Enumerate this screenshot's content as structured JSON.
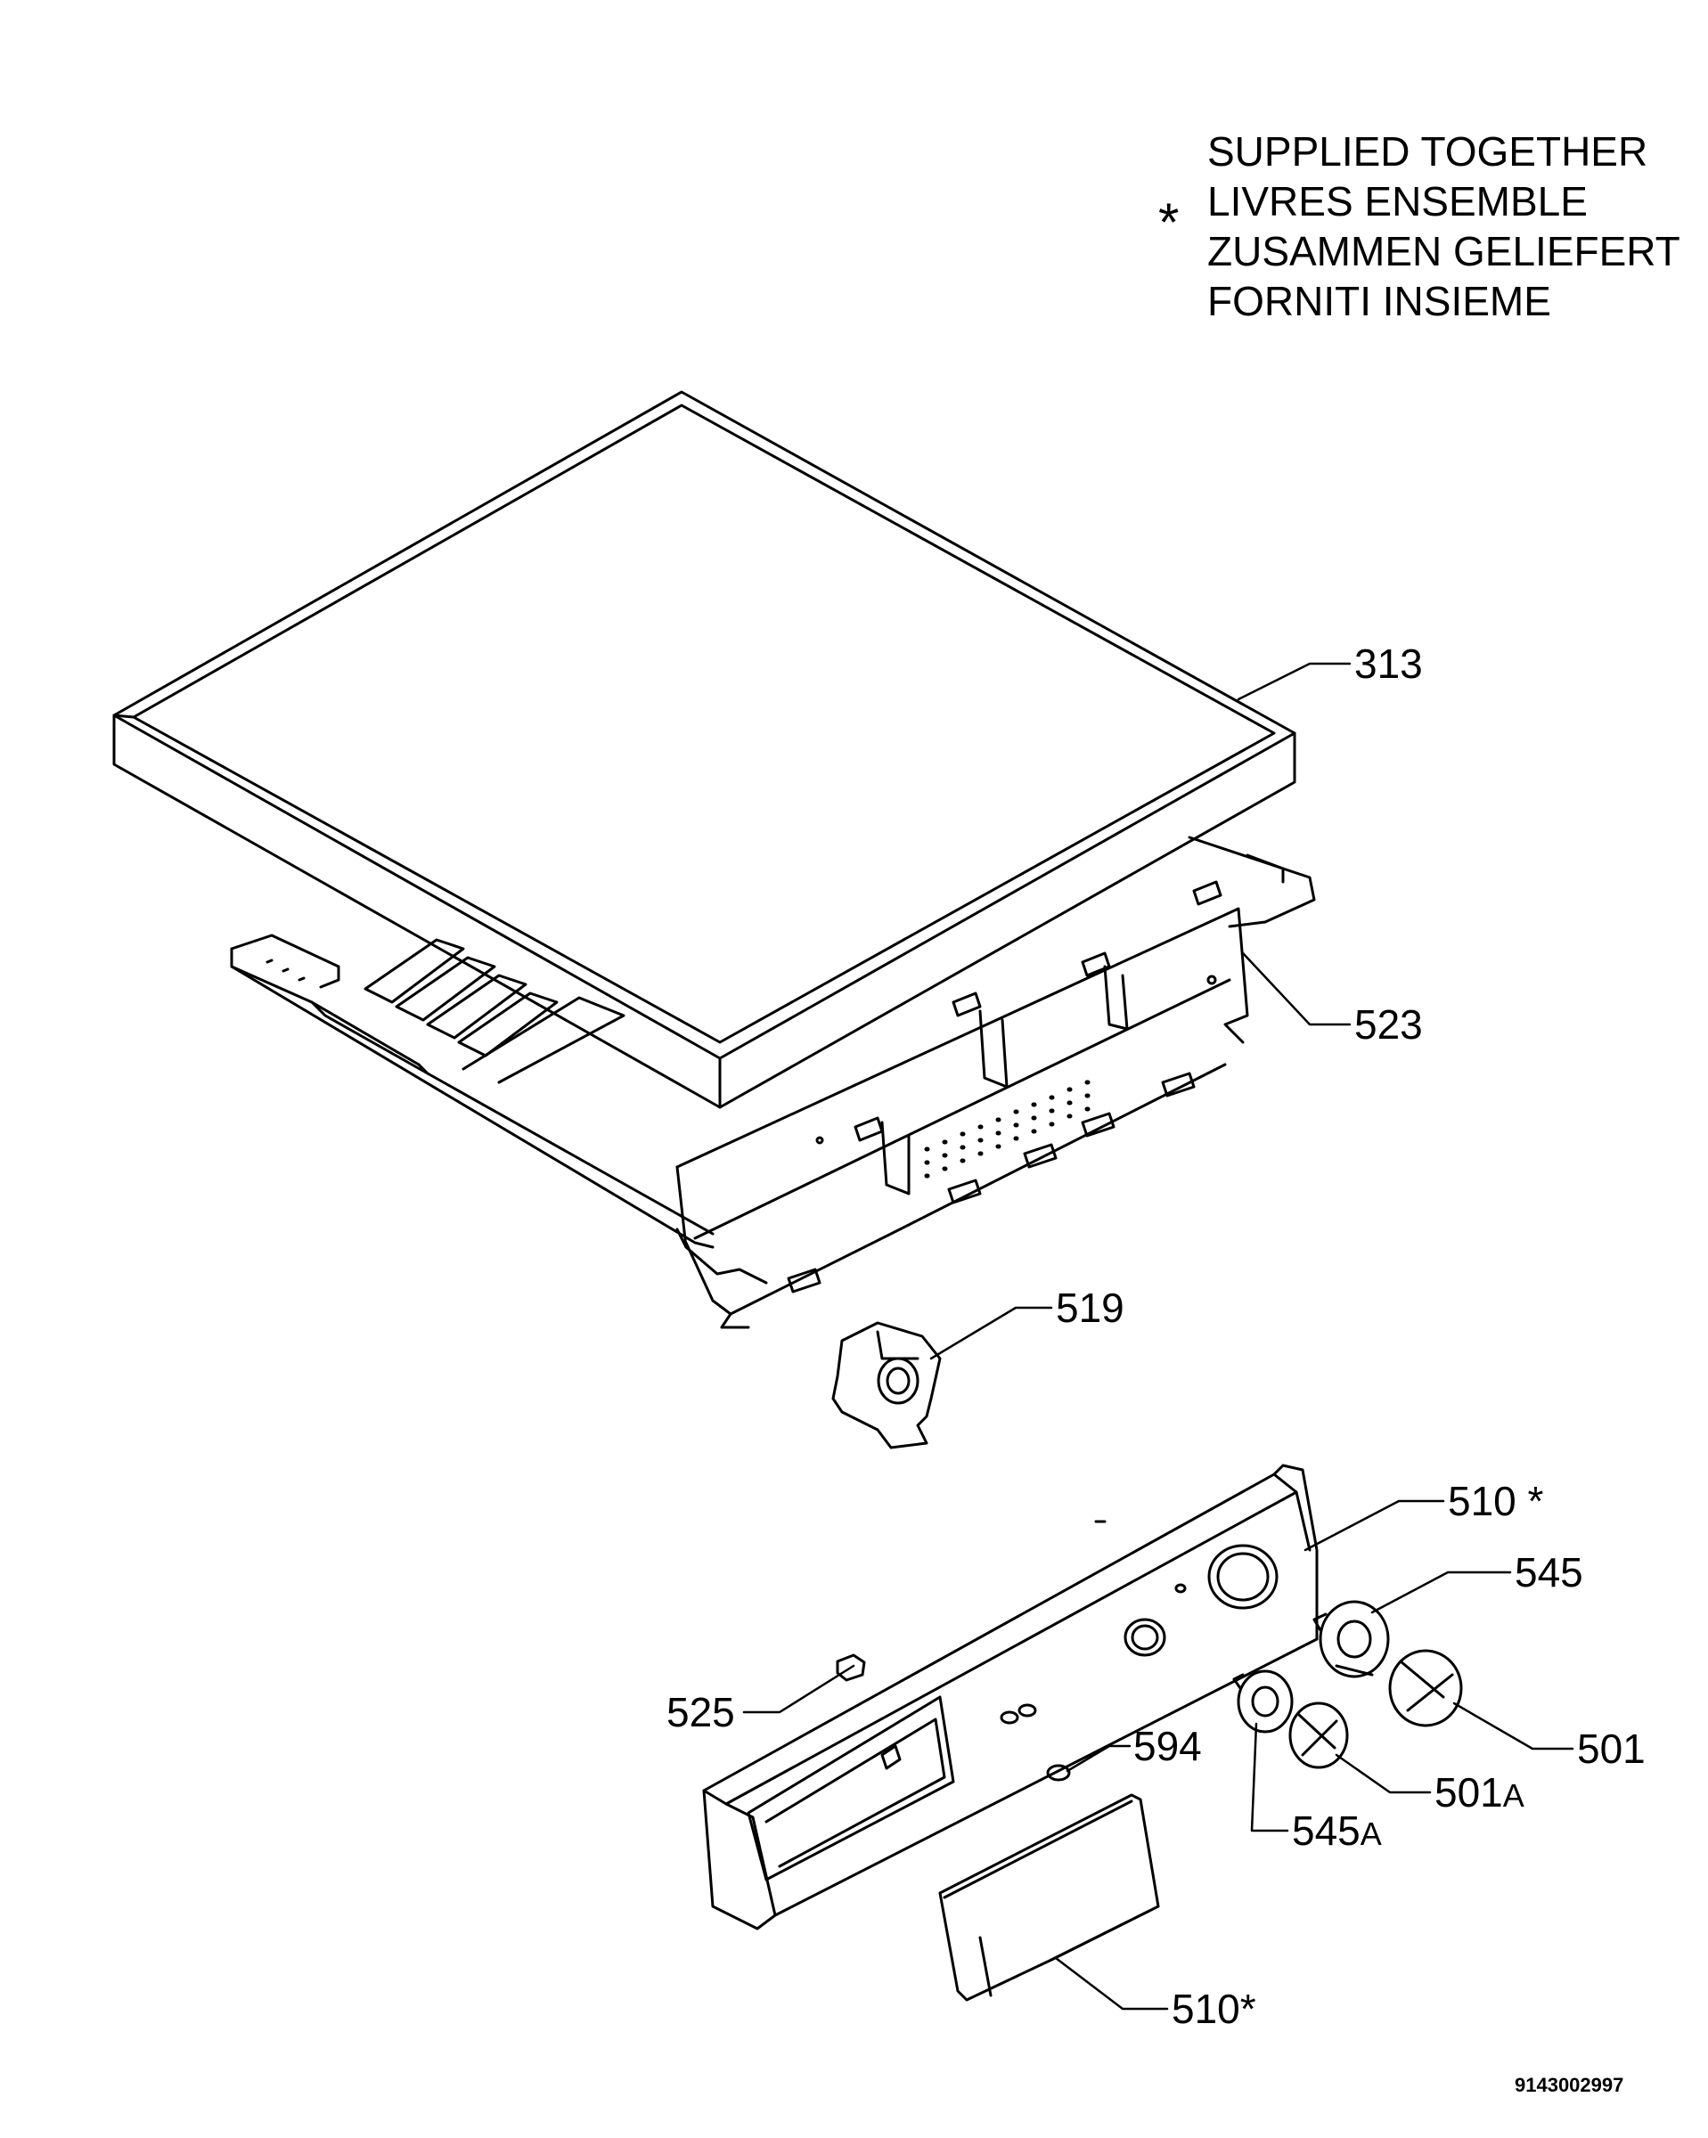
{
  "legend": {
    "symbol": "*",
    "lines": [
      "SUPPLIED TOGETHER",
      "LIVRES ENSEMBLE",
      "ZUSAMMEN GELIEFERT",
      "FORNITI INSIEME"
    ]
  },
  "parts": [
    {
      "id": "313",
      "number": "313",
      "suffix": "",
      "star": ""
    },
    {
      "id": "523",
      "number": "523",
      "suffix": "",
      "star": ""
    },
    {
      "id": "519",
      "number": "519",
      "suffix": "",
      "star": ""
    },
    {
      "id": "510-panel",
      "number": "510",
      "suffix": "",
      "star": "*"
    },
    {
      "id": "545",
      "number": "545",
      "suffix": "",
      "star": ""
    },
    {
      "id": "525",
      "number": "525",
      "suffix": "",
      "star": ""
    },
    {
      "id": "594",
      "number": "594",
      "suffix": "",
      "star": ""
    },
    {
      "id": "501",
      "number": "501",
      "suffix": "",
      "star": ""
    },
    {
      "id": "501A",
      "number": "501",
      "suffix": "A",
      "star": ""
    },
    {
      "id": "545A",
      "number": "545",
      "suffix": "A",
      "star": ""
    },
    {
      "id": "510-drawer",
      "number": "510",
      "suffix": "",
      "star": "*"
    }
  ],
  "document_number": "9143002997"
}
